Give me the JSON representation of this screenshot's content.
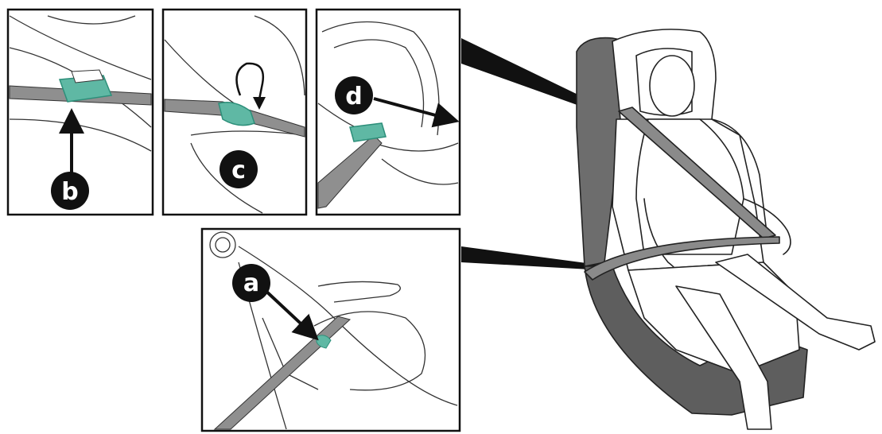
{
  "labels": {
    "a": "a",
    "b": "b",
    "c": "c",
    "d": "d"
  },
  "colors": {
    "belt": "#8f8f8f",
    "belt_dark": "#7a7a7a",
    "clip": "#5fb8a4",
    "clip_dark": "#2d8f7a",
    "frame": "#111111",
    "seat_shell": "#6b6b6b",
    "pointer": "#111111"
  },
  "icons": [
    "circle-arrow-icon",
    "pointer-arrow-icon"
  ]
}
